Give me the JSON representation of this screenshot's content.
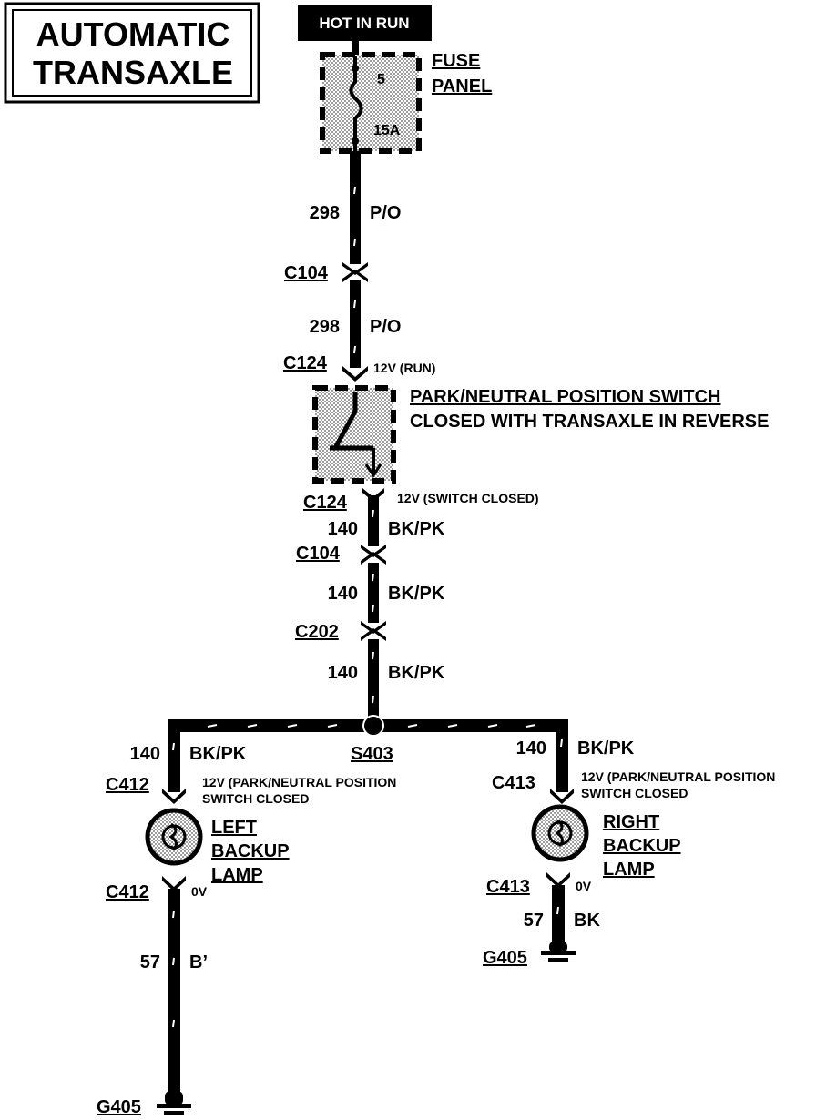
{
  "title": {
    "line1": "AUTOMATIC",
    "line2": "TRANSAXLE"
  },
  "power": {
    "label": "HOT IN RUN"
  },
  "fuse": {
    "name_line1": "FUSE",
    "name_line2": "PANEL",
    "number": "5",
    "rating": "15A"
  },
  "segments": {
    "s1": {
      "circuit": "298",
      "color": "P/O"
    },
    "s2": {
      "circuit": "298",
      "color": "P/O"
    },
    "s3": {
      "circuit": "140",
      "color": "BK/PK"
    },
    "s4": {
      "circuit": "140",
      "color": "BK/PK"
    },
    "s5": {
      "circuit": "140",
      "color": "BK/PK"
    },
    "left_branch": {
      "circuit": "140",
      "color": "BK/PK"
    },
    "right_branch": {
      "circuit": "140",
      "color": "BK/PK"
    },
    "left_ground": {
      "circuit": "57",
      "color": "B’"
    },
    "right_ground": {
      "circuit": "57",
      "color": "BK"
    }
  },
  "connectors": {
    "c104_top": "C104",
    "c124_top": "C124",
    "c124_bottom": "C124",
    "c104_bottom": "C104",
    "c202": "C202",
    "c412_upper": "C412",
    "c412_lower": "C412",
    "c413_upper": "C413",
    "c413_lower": "C413"
  },
  "splice": "S403",
  "voltages": {
    "run": "12V (RUN)",
    "switch_closed": "12V (SWITCH CLOSED)",
    "left_pn_line1": "12V (PARK/NEUTRAL POSITION",
    "left_pn_line2": "SWITCH  CLOSED",
    "right_pn_line1": "12V (PARK/NEUTRAL POSITION",
    "right_pn_line2": "SWITCH  CLOSED",
    "left_ov": "0V",
    "right_ov": "0V"
  },
  "switch": {
    "name": "PARK/NEUTRAL POSITION SWITCH",
    "description": "CLOSED WITH TRANSAXLE IN REVERSE"
  },
  "left_lamp": {
    "line1": "LEFT",
    "line2": "BACKUP",
    "line3": "LAMP"
  },
  "right_lamp": {
    "line1": "RIGHT",
    "line2": "BACKUP",
    "line3": "LAMP"
  },
  "grounds": {
    "left": "G405",
    "right": "G405"
  }
}
